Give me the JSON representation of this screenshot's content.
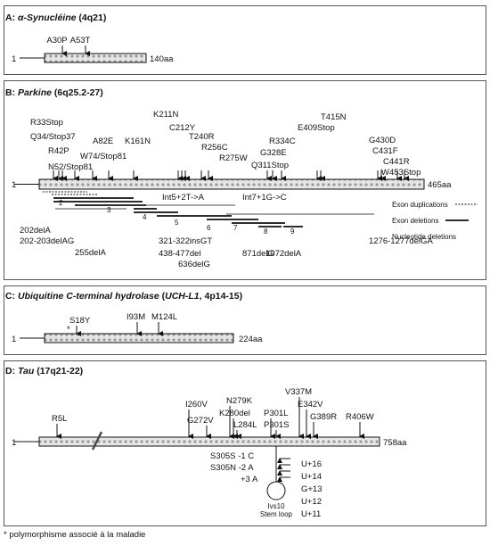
{
  "panels": {
    "a": {
      "letter": "A:",
      "name": "α-Synucléine",
      "locus": "(4q21)",
      "start": "1",
      "end": "140aa",
      "mutations": [
        "A30P",
        "A53T"
      ]
    },
    "b": {
      "letter": "B:",
      "name": "Parkine",
      "locus": "(6q25.2-27)",
      "start": "1",
      "end": "465aa",
      "mutations": [
        "R33Stop",
        "Q34/Stop37",
        "R42P",
        "A82E",
        "W74/Stop81",
        "N52/Stop81",
        "K161N",
        "K211N",
        "C212Y",
        "T240R",
        "R256C",
        "R275W",
        "R334C",
        "G328E",
        "Q311Stop",
        "T415N",
        "E409Stop",
        "G430D",
        "C431F",
        "C441R",
        "W453Stop"
      ],
      "splice": [
        "Int5+2T->A",
        "Int7+1G->C"
      ],
      "exon_numbers": [
        "2",
        "3",
        "4",
        "5",
        "6",
        "7",
        "8",
        "9"
      ],
      "deletions": [
        "202delA",
        "202-203delAG",
        "255delA",
        "321-322insGT",
        "438-477del",
        "636delG",
        "871delG",
        "1072delA",
        "1276-1277delGA"
      ],
      "legend": [
        "Exon duplications",
        "Exon deletions",
        "Nucleotide deletions"
      ]
    },
    "c": {
      "letter": "C:",
      "name": "Ubiquitine C-terminal hydrolase",
      "gene": "UCH-L1",
      "locus": ", 4p14-15)",
      "start": "1",
      "end": "224aa",
      "mutations": [
        "S18Y",
        "I93M",
        "M124L"
      ],
      "star": "*"
    },
    "d": {
      "letter": "D:",
      "name": "Tau",
      "locus": "(17q21-22)",
      "start": "1",
      "end": "758aa",
      "mutations": [
        "R5L",
        "I260V",
        "G272V",
        "N279K",
        "K280del",
        "L284L",
        "P301L",
        "P301S",
        "V337M",
        "E342V",
        "G389R",
        "R406W"
      ],
      "intronic": [
        "S305S -1 C",
        "S305N -2 A",
        "+3 A"
      ],
      "stem": [
        "U+16",
        "U+14",
        "G+13",
        "U+12",
        "U+11"
      ],
      "stem_caption": [
        "Ivs10",
        "Stem loop"
      ]
    }
  },
  "footnote": "* polymorphisme associé à la maladie"
}
